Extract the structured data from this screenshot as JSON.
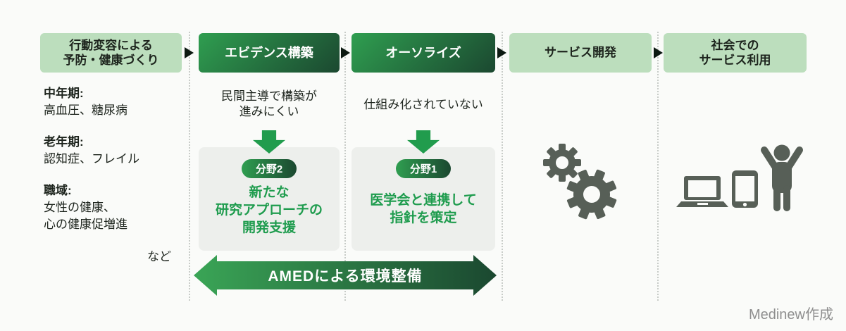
{
  "colors": {
    "background": "#fafbf9",
    "light_green": "#bcdebd",
    "dark_green_start": "#2f9e50",
    "dark_green_end": "#1b4830",
    "accent_green": "#1f9c4e",
    "arrow_green": "#219c4d",
    "panel_gray": "#edefec",
    "icon_gray": "#575f57",
    "separator_gray": "#c8ccc8",
    "head_arrow_black": "#0d1a12"
  },
  "flow": {
    "stages": [
      {
        "line1": "行動変容による",
        "line2": "予防・健康づくり"
      },
      {
        "label": "エビデンス構築"
      },
      {
        "label": "オーソライズ"
      },
      {
        "label": "サービス開発"
      },
      {
        "line1": "社会での",
        "line2": "サービス利用"
      }
    ]
  },
  "prevention": {
    "groups": [
      {
        "title": "中年期:",
        "body": "高血圧、糖尿病"
      },
      {
        "title": "老年期:",
        "body": "認知症、フレイル"
      },
      {
        "title": "職域:",
        "body1": "女性の健康、",
        "body2": "心の健康促増進"
      }
    ],
    "etc": "など"
  },
  "evidence": {
    "issue_line1": "民間主導で構築が",
    "issue_line2": "進みにくい",
    "badge": "分野2",
    "action_line1": "新たな",
    "action_line2": "研究アプローチの",
    "action_line3": "開発支援"
  },
  "authorize": {
    "issue": "仕組み化されていない",
    "badge": "分野1",
    "action_line1": "医学会と連携して",
    "action_line2": "指針を策定"
  },
  "amed_banner": {
    "label": "AMEDによる環境整備"
  },
  "icons": {
    "gears": "gears-icon",
    "laptop": "laptop-icon",
    "smartphone": "smartphone-icon",
    "person": "person-raised-arms-icon"
  },
  "credit": "Medinew作成"
}
